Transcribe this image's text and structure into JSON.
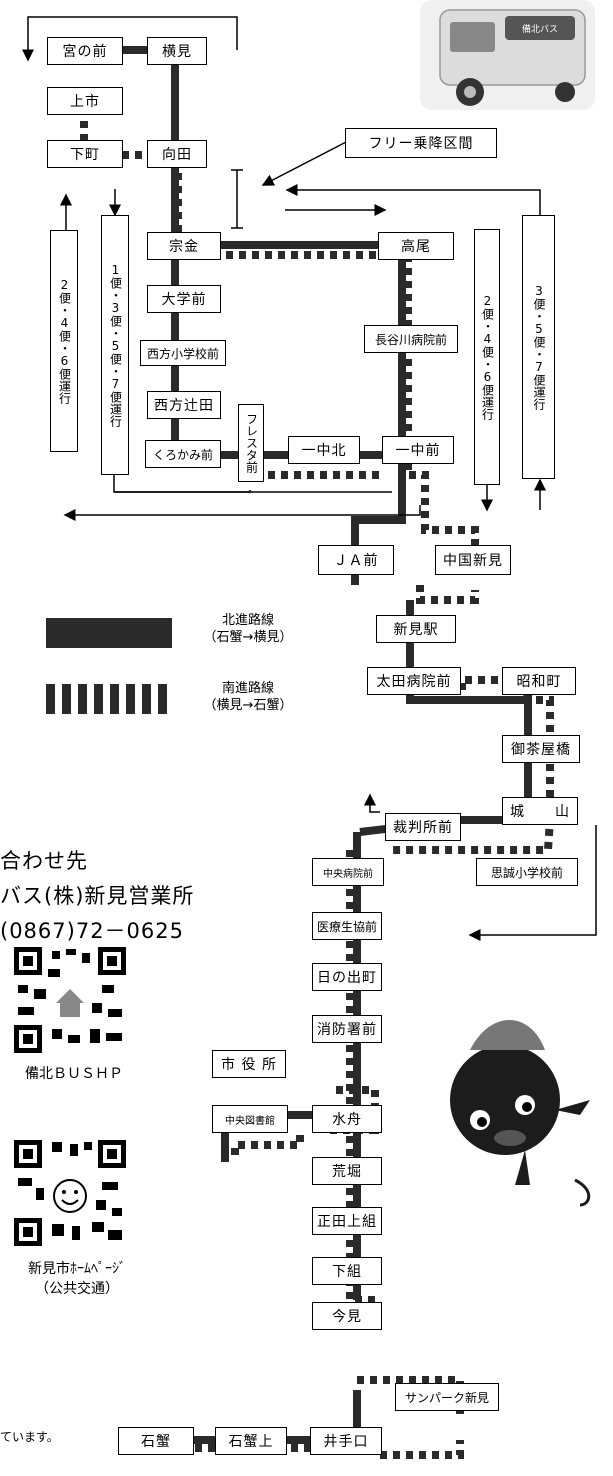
{
  "stops": {
    "miyanomae": "宮の前",
    "yokomi": "横見",
    "kamiichi": "上市",
    "shimomachi": "下町",
    "mukaida": "向田",
    "munekane": "宗金",
    "takao": "高尾",
    "daigakumae": "大学前",
    "hasegawa": "長谷川病院前",
    "nishigata_school": "西方小学校前",
    "nishigata_tsujida": "西方辻田",
    "furesuta": "フレスタ前",
    "kurokami": "くろかみ前",
    "ichichu_kita": "一中北",
    "ichichu_mae": "一中前",
    "ja_mae": "ＪＡ前",
    "chugoku_niimi": "中国新見",
    "niimi_station": "新見駅",
    "ota_hospital": "太田病院前",
    "showa": "昭和町",
    "ochaya": "御茶屋橋",
    "shiroyama": "城　　山",
    "saibansho": "裁判所前",
    "chuo_hospital": "中央病院前",
    "shisei_school": "思誠小学校前",
    "iryo": "医療生協前",
    "hinode": "日の出町",
    "shobo": "消防署前",
    "shiyakusho": "市 役 所",
    "library": "中央図書館",
    "mizufune": "水舟",
    "arabori": "荒堀",
    "shoda": "正田上組",
    "shimogumi": "下組",
    "imami": "今見",
    "sunpark": "サンパーク新見",
    "ishigani": "石蟹",
    "ishigani_ue": "石蟹上",
    "ideguchi": "井手口"
  },
  "free_zone_label": "フリー乗降区間",
  "runs": {
    "left_outer": "2便・4便・6便運行",
    "left_inner": "1便・3便・5便・7便運行",
    "right_inner": "2便・4便・6便運行",
    "right_outer": "3便・5便・7便運行"
  },
  "legend": {
    "north_name": "北進路線",
    "north_dir": "（石蟹→横見）",
    "south_name": "南進路線",
    "south_dir": "（横見→石蟹）"
  },
  "contact": {
    "line1": "合わせ先",
    "line2": "バス(株)新見営業所",
    "line3": "(0867)72－0625"
  },
  "qr": {
    "bus_caption": "備北ＢＵＳＨＰ",
    "city_caption1": "新見市ﾎｰﾑﾍﾟｰｼﾞ",
    "city_caption2": "（公共交通）"
  },
  "footer": "ています。",
  "bus_sign": "備北バス",
  "colors": {
    "line": "#2a2a2a",
    "box_border": "#000000",
    "background": "#ffffff"
  }
}
